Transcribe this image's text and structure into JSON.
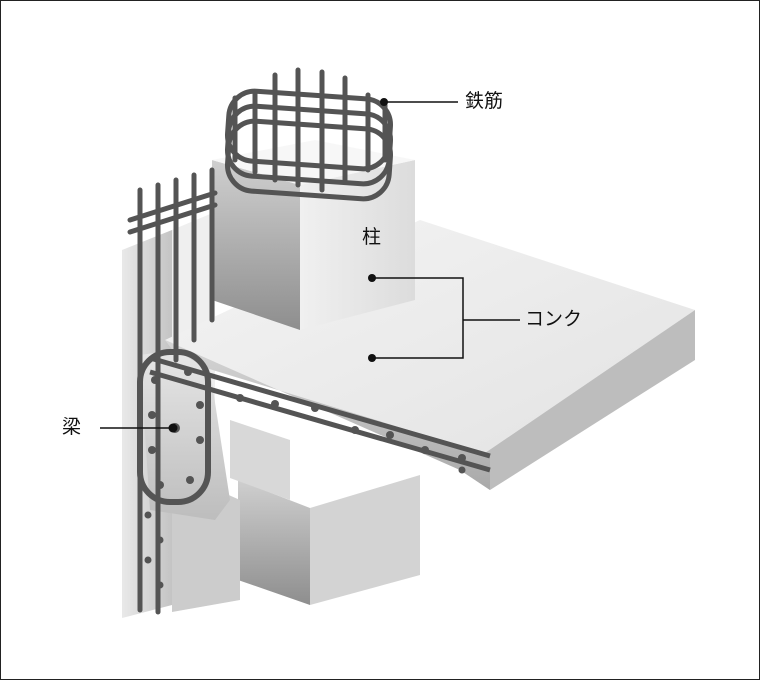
{
  "labels": {
    "rebar": "鉄筋",
    "column": "柱",
    "concrete": "コンク",
    "beam": "梁"
  },
  "colors": {
    "rebar": "#545454",
    "leader": "#111111",
    "concrete_light": "#eeeeee",
    "concrete_mid": "#c9c9c9",
    "concrete_dark": "#9e9e9e"
  }
}
